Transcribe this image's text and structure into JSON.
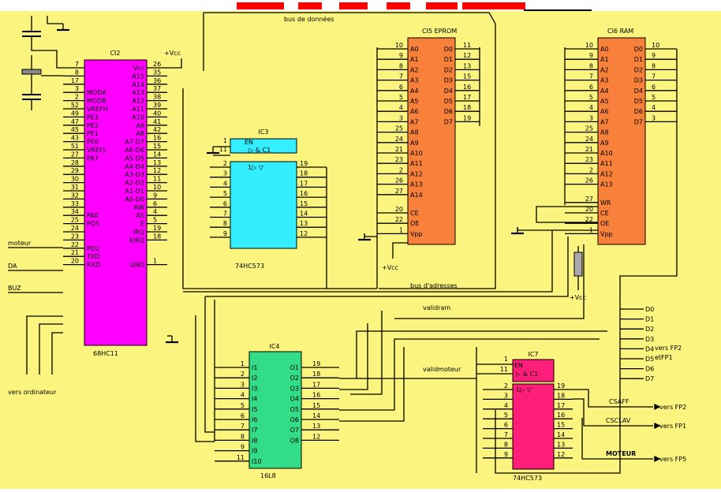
{
  "colors": {
    "background": "#fbf47f",
    "header_red": "#ff0000",
    "cpu": "#ff00ff",
    "latch": "#33eeff",
    "eprom": "#f7803a",
    "ram": "#f7803a",
    "pld": "#33dd88",
    "latch2": "#ff1e7a",
    "resistor": "#a8a8a8",
    "wire": "#000000"
  },
  "bus_labels": {
    "data_bus": "bus de données",
    "address_bus": "bus d'adresses",
    "valid_ram": "validram",
    "valid_moteur": "validmoteur"
  },
  "signal_labels": {
    "moteur_left": "moteur",
    "da": "DA",
    "buz": "BUZ",
    "vers_ordinateur": "vers ordinateur",
    "vcc_cpu": "+Vcc",
    "vcc_eprom": "+Vcc",
    "vcc_ram": "+Vcc",
    "csaff": "CSAFF",
    "csclav": "CSCLAV",
    "moteur_right": "MOTEUR",
    "vers_fp2": "vers FP2",
    "et_fp1": "etFP1",
    "vers_fp2_b": "vers FP2",
    "vers_fp1": "vers FP1",
    "vers_fp5": "vers FP5",
    "d_lines": [
      "D0",
      "D1",
      "D2",
      "D3",
      "D4",
      "D5",
      "D6",
      "D7"
    ]
  },
  "chips": {
    "cpu": {
      "ref": "CI2",
      "part": "68HC11",
      "left": [
        {
          "pin": "7",
          "label": ""
        },
        {
          "pin": "8",
          "label": ""
        },
        {
          "pin": "17",
          "label": ""
        },
        {
          "pin": "3",
          "label": "MODA"
        },
        {
          "pin": "2",
          "label": "MODB"
        },
        {
          "pin": "52",
          "label": "VREFH"
        },
        {
          "pin": "49",
          "label": "PE3"
        },
        {
          "pin": "47",
          "label": "PE2"
        },
        {
          "pin": "45",
          "label": "PE1"
        },
        {
          "pin": "43",
          "label": "PE0"
        },
        {
          "pin": "51",
          "label": "VREFL"
        },
        {
          "pin": "27",
          "label": "PA7"
        },
        {
          "pin": "28",
          "label": ""
        },
        {
          "pin": "29",
          "label": ""
        },
        {
          "pin": "30",
          "label": ""
        },
        {
          "pin": "31",
          "label": ""
        },
        {
          "pin": "32",
          "label": ""
        },
        {
          "pin": "33",
          "label": ""
        },
        {
          "pin": "34",
          "label": "PA0"
        },
        {
          "pin": "25",
          "label": "PD5"
        },
        {
          "pin": "24",
          "label": ""
        },
        {
          "pin": "23",
          "label": ""
        },
        {
          "pin": "22",
          "label": "PD2"
        },
        {
          "pin": "21",
          "label": "TXD"
        },
        {
          "pin": "20",
          "label": "RXD"
        }
      ],
      "right": [
        {
          "pin": "26",
          "label": "Vcc"
        },
        {
          "pin": "35",
          "label": "A15"
        },
        {
          "pin": "36",
          "label": "A14"
        },
        {
          "pin": "37",
          "label": "A13"
        },
        {
          "pin": "38",
          "label": "A12"
        },
        {
          "pin": "39",
          "label": "A11"
        },
        {
          "pin": "40",
          "label": "A10"
        },
        {
          "pin": "41",
          "label": "A9"
        },
        {
          "pin": "42",
          "label": "A8"
        },
        {
          "pin": "16",
          "label": "A7-D7"
        },
        {
          "pin": "15",
          "label": "A6-D6"
        },
        {
          "pin": "14",
          "label": "A5-D5"
        },
        {
          "pin": "13",
          "label": "A4-D4"
        },
        {
          "pin": "12",
          "label": "A3-D3"
        },
        {
          "pin": "11",
          "label": "A2-D2"
        },
        {
          "pin": "10",
          "label": "A1-D1"
        },
        {
          "pin": "9",
          "label": "A0-D0"
        },
        {
          "pin": "6",
          "label": "RW"
        },
        {
          "pin": "4",
          "label": "AS"
        },
        {
          "pin": "5",
          "label": "E"
        },
        {
          "pin": "19",
          "label": "IRQ"
        },
        {
          "pin": "18",
          "label": "XIRQ"
        },
        {
          "pin": "",
          "label": ""
        },
        {
          "pin": "",
          "label": ""
        },
        {
          "pin": "1",
          "label": "GND"
        }
      ]
    },
    "latch1": {
      "ref": "IC3",
      "part": "74HC573",
      "en": "EN",
      "c1": "▷ & C1",
      "d": "1▷ ▽",
      "pins_top": [
        "1",
        "11"
      ],
      "left": [
        "2",
        "3",
        "4",
        "5",
        "6",
        "7",
        "8",
        "9"
      ],
      "right": [
        "19",
        "18",
        "17",
        "16",
        "15",
        "14",
        "13",
        "12"
      ]
    },
    "eprom": {
      "ref": "CI5",
      "name": "EPROM",
      "left_pins": [
        "10",
        "9",
        "8",
        "7",
        "6",
        "5",
        "4",
        "3",
        "25",
        "24",
        "21",
        "23",
        "2",
        "26",
        "27",
        "20",
        "22",
        "1"
      ],
      "left_labels": [
        "A0",
        "A1",
        "A2",
        "A3",
        "A4",
        "A5",
        "A6",
        "A7",
        "A8",
        "A9",
        "A10",
        "A11",
        "A12",
        "A13",
        "A14",
        "CE",
        "OE",
        "Vpp"
      ],
      "right_pins": [
        "11",
        "12",
        "13",
        "15",
        "16",
        "17",
        "18",
        "19"
      ],
      "right_labels": [
        "D0",
        "D1",
        "D2",
        "D3",
        "D4",
        "D5",
        "D6",
        "D7"
      ]
    },
    "ram": {
      "ref": "CI6",
      "name": "RAM",
      "left_pins": [
        "10",
        "9",
        "8",
        "7",
        "6",
        "5",
        "4",
        "3",
        "25",
        "24",
        "21",
        "23",
        "2",
        "26",
        "27",
        "20",
        "22",
        "1"
      ],
      "left_labels": [
        "A0",
        "A1",
        "A2",
        "A3",
        "A4",
        "A5",
        "A6",
        "A7",
        "A8",
        "A9",
        "A10",
        "A11",
        "A12",
        "A13",
        "WR",
        "CE",
        "OE",
        "Vpp"
      ],
      "right_pins": [
        "10",
        "9",
        "8",
        "7",
        "6",
        "5",
        "4",
        "3"
      ],
      "right_labels": [
        "D0",
        "D1",
        "D2",
        "D3",
        "D4",
        "D5",
        "D6",
        "D7"
      ]
    },
    "pld": {
      "ref": "IC4",
      "part": "16L8",
      "left_pins": [
        "1",
        "2",
        "3",
        "4",
        "5",
        "6",
        "7",
        "8",
        "9",
        "11"
      ],
      "left_labels": [
        "I1",
        "I2",
        "I3",
        "I4",
        "I5",
        "I6",
        "I7",
        "I8",
        "I9",
        "I10"
      ],
      "right_pins": [
        "19",
        "18",
        "17",
        "16",
        "15",
        "14",
        "13",
        "12"
      ],
      "right_labels": [
        "O1",
        "O2",
        "O3",
        "O4",
        "O5",
        "O6",
        "O7",
        "O8"
      ]
    },
    "latch2": {
      "ref": "IC7",
      "part": "74HC573",
      "en": "EN",
      "c1": "▷ & C1",
      "d": "1▷ ▽",
      "pins_top": [
        "1",
        "11"
      ],
      "left": [
        "2",
        "3",
        "4",
        "5",
        "6",
        "7",
        "8",
        "9"
      ],
      "right": [
        "19",
        "18",
        "17",
        "16",
        "15",
        "14",
        "13",
        "12"
      ]
    }
  }
}
